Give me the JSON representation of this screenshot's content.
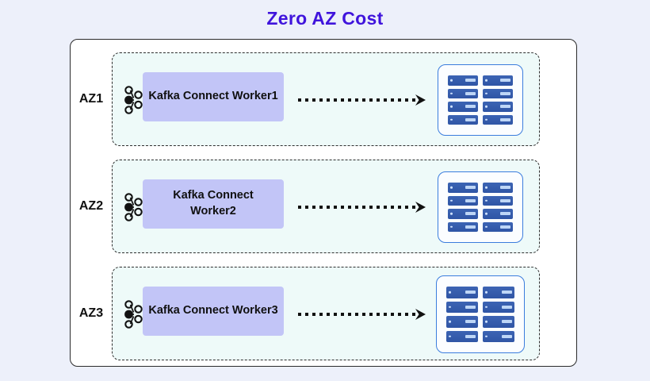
{
  "title": "Zero AZ Cost",
  "theme": {
    "page_background": "#edf0fa",
    "title_color": "#4014dc",
    "frame_border": "#2b2b2b",
    "az_box_background": "#eefaf9",
    "az_box_border": "#2e2e2e",
    "worker_box_background": "#c2c5f7",
    "worker_text_color": "#101010",
    "server_rack_border": "#3b7ddd",
    "server_unit_color": "#3459ab",
    "arrow_color": "#111111"
  },
  "rows": [
    {
      "az_label": "AZ1",
      "kafka_icon": "kafka-logo-icon",
      "worker_label": "Kafka Connect Worker1",
      "arrow": "dotted-arrow-right-icon",
      "rack": {
        "icon": "server-rack-icon",
        "unit_count": 8,
        "columns": 2,
        "rows": 4
      }
    },
    {
      "az_label": "AZ2",
      "kafka_icon": "kafka-logo-icon",
      "worker_label": "Kafka Connect\nWorker2",
      "arrow": "dotted-arrow-right-icon",
      "rack": {
        "icon": "server-rack-icon",
        "unit_count": 8,
        "columns": 2,
        "rows": 4
      }
    },
    {
      "az_label": "AZ3",
      "kafka_icon": "kafka-logo-icon",
      "worker_label": "Kafka Connect Worker3",
      "arrow": "dotted-arrow-right-icon",
      "rack": {
        "icon": "server-rack-icon",
        "unit_count": 8,
        "columns": 2,
        "rows": 4
      }
    }
  ]
}
